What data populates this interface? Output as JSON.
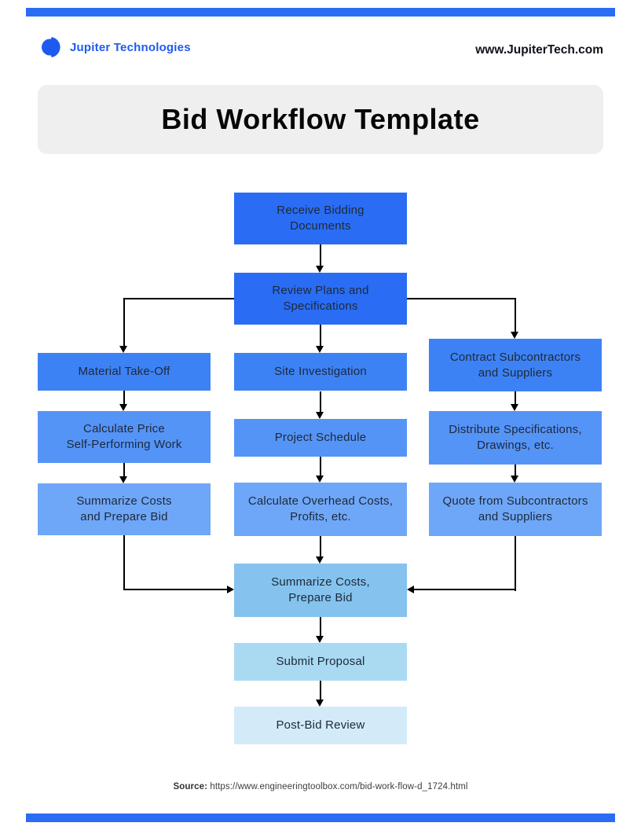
{
  "header": {
    "brand": "Jupiter Technologies",
    "website": "www.JupiterTech.com",
    "brand_color": "#1d5bf0"
  },
  "title": {
    "text": "Bid Workflow Template",
    "panel_color": "#efefef"
  },
  "palette": {
    "c1": "#2a6df4",
    "c2": "#3d82f5",
    "c3": "#5594f7",
    "c4": "#6fa7f8",
    "c5": "#85c3ee",
    "c6": "#aadaf2",
    "c7": "#d3ebf9",
    "accent_bar": "#2a6df4",
    "node_text": "#1d2939",
    "connector": "#000000"
  },
  "flowchart": {
    "nodes": [
      {
        "id": "receive",
        "label": "Receive Bidding\nDocuments"
      },
      {
        "id": "review",
        "label": "Review Plans and\nSpecifications"
      },
      {
        "id": "material",
        "label": "Material Take-Off"
      },
      {
        "id": "site",
        "label": "Site Investigation"
      },
      {
        "id": "contract",
        "label": "Contract Subcontractors\nand Suppliers"
      },
      {
        "id": "calcprice",
        "label": "Calculate Price\nSelf-Performing Work"
      },
      {
        "id": "schedule",
        "label": "Project Schedule"
      },
      {
        "id": "distribute",
        "label": "Distribute Specifications,\nDrawings, etc."
      },
      {
        "id": "sumleft",
        "label": "Summarize Costs\nand Prepare Bid"
      },
      {
        "id": "overhead",
        "label": "Calculate Overhead Costs,\nProfits, etc."
      },
      {
        "id": "quote",
        "label": "Quote from Subcontractors\nand Suppliers"
      },
      {
        "id": "sumcenter",
        "label": "Summarize Costs,\nPrepare Bid"
      },
      {
        "id": "submit",
        "label": "Submit Proposal"
      },
      {
        "id": "postbid",
        "label": "Post-Bid Review"
      }
    ],
    "edges": [
      "receive->review",
      "review->material",
      "review->site",
      "review->contract",
      "material->calcprice",
      "site->schedule",
      "contract->distribute",
      "calcprice->sumleft",
      "schedule->overhead",
      "distribute->quote",
      "sumleft->sumcenter",
      "overhead->sumcenter",
      "quote->sumcenter",
      "sumcenter->submit",
      "submit->postbid"
    ]
  },
  "source": {
    "label": "Source:",
    "url": "https://www.engineeringtoolbox.com/bid-work-flow-d_1724.html"
  }
}
